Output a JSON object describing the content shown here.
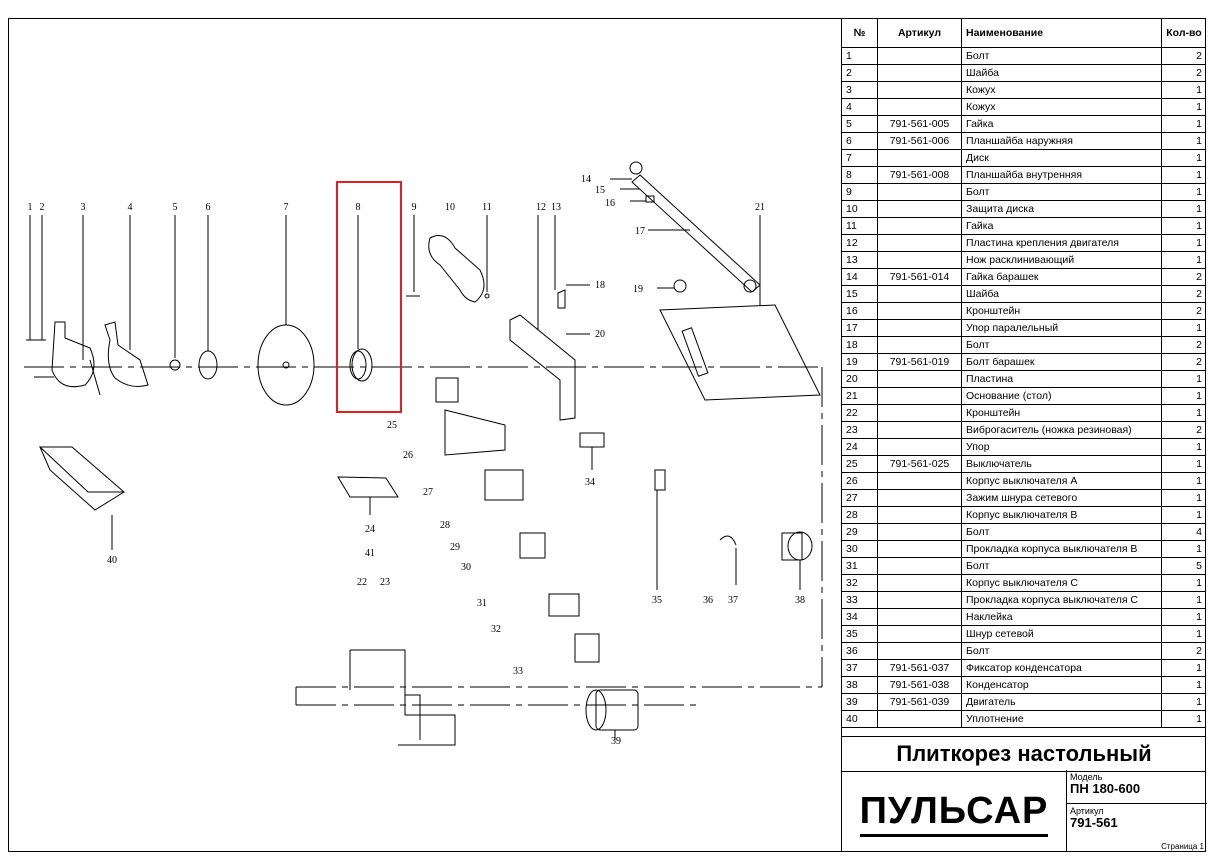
{
  "table": {
    "headers": {
      "num": "№",
      "article": "Артикул",
      "name": "Наименование",
      "qty": "Кол-во"
    },
    "rows": [
      {
        "num": "1",
        "article": "",
        "name": "Болт",
        "qty": "2"
      },
      {
        "num": "2",
        "article": "",
        "name": "Шайба",
        "qty": "2"
      },
      {
        "num": "3",
        "article": "",
        "name": "Кожух",
        "qty": "1"
      },
      {
        "num": "4",
        "article": "",
        "name": "Кожух",
        "qty": "1"
      },
      {
        "num": "5",
        "article": "791-561-005",
        "name": "Гайка",
        "qty": "1"
      },
      {
        "num": "6",
        "article": "791-561-006",
        "name": "Планшайба наружняя",
        "qty": "1"
      },
      {
        "num": "7",
        "article": "",
        "name": "Диск",
        "qty": "1"
      },
      {
        "num": "8",
        "article": "791-561-008",
        "name": "Планшайба внутренняя",
        "qty": "1"
      },
      {
        "num": "9",
        "article": "",
        "name": "Болт",
        "qty": "1"
      },
      {
        "num": "10",
        "article": "",
        "name": "Защита диска",
        "qty": "1"
      },
      {
        "num": "11",
        "article": "",
        "name": "Гайка",
        "qty": "1"
      },
      {
        "num": "12",
        "article": "",
        "name": "Пластина крепления двигателя",
        "qty": "1"
      },
      {
        "num": "13",
        "article": "",
        "name": "Нож расклинивающий",
        "qty": "1"
      },
      {
        "num": "14",
        "article": "791-561-014",
        "name": "Гайка барашек",
        "qty": "2"
      },
      {
        "num": "15",
        "article": "",
        "name": "Шайба",
        "qty": "2"
      },
      {
        "num": "16",
        "article": "",
        "name": "Кронштейн",
        "qty": "2"
      },
      {
        "num": "17",
        "article": "",
        "name": "Упор паралельный",
        "qty": "1"
      },
      {
        "num": "18",
        "article": "",
        "name": "Болт",
        "qty": "2"
      },
      {
        "num": "19",
        "article": "791-561-019",
        "name": "Болт барашек",
        "qty": "2"
      },
      {
        "num": "20",
        "article": "",
        "name": "Пластина",
        "qty": "1"
      },
      {
        "num": "21",
        "article": "",
        "name": "Основание (стол)",
        "qty": "1"
      },
      {
        "num": "22",
        "article": "",
        "name": "Кронштейн",
        "qty": "1"
      },
      {
        "num": "23",
        "article": "",
        "name": "Виброгаситель (ножка резиновая)",
        "qty": "2"
      },
      {
        "num": "24",
        "article": "",
        "name": "Упор",
        "qty": "1"
      },
      {
        "num": "25",
        "article": "791-561-025",
        "name": "Выключатель",
        "qty": "1"
      },
      {
        "num": "26",
        "article": "",
        "name": "Корпус выключателя А",
        "qty": "1"
      },
      {
        "num": "27",
        "article": "",
        "name": "Зажим шнура сетевого",
        "qty": "1"
      },
      {
        "num": "28",
        "article": "",
        "name": "Корпус выключателя В",
        "qty": "1"
      },
      {
        "num": "29",
        "article": "",
        "name": "Болт",
        "qty": "4"
      },
      {
        "num": "30",
        "article": "",
        "name": "Прокладка корпуса выключателя В",
        "qty": "1"
      },
      {
        "num": "31",
        "article": "",
        "name": "Болт",
        "qty": "5"
      },
      {
        "num": "32",
        "article": "",
        "name": "Корпус выключателя С",
        "qty": "1"
      },
      {
        "num": "33",
        "article": "",
        "name": "Прокладка корпуса выключателя С",
        "qty": "1"
      },
      {
        "num": "34",
        "article": "",
        "name": "Наклейка",
        "qty": "1"
      },
      {
        "num": "35",
        "article": "",
        "name": "Шнур сетевой",
        "qty": "1"
      },
      {
        "num": "36",
        "article": "",
        "name": "Болт",
        "qty": "2"
      },
      {
        "num": "37",
        "article": "791-561-037",
        "name": "Фиксатор конденсатора",
        "qty": "1"
      },
      {
        "num": "38",
        "article": "791-561-038",
        "name": "Конденсатор",
        "qty": "1"
      },
      {
        "num": "39",
        "article": "791-561-039",
        "name": "Двигатель",
        "qty": "1"
      },
      {
        "num": "40",
        "article": "",
        "name": "Уплотнение",
        "qty": "1"
      }
    ]
  },
  "title": "Плиткорез настольный",
  "logo_text": "ПУЛЬСАР",
  "model_label": "Модель",
  "model_value": "ПН 180-600",
  "article_label": "Артикул",
  "article_value": "791-561",
  "page_note": "Страница 1",
  "highlight_color": "#e02020",
  "diagram_labels": [
    "1",
    "2",
    "3",
    "4",
    "5",
    "6",
    "7",
    "8",
    "9",
    "10",
    "11",
    "12",
    "13",
    "14",
    "15",
    "16",
    "17",
    "18",
    "19",
    "20",
    "21",
    "22",
    "23",
    "24",
    "25",
    "26",
    "27",
    "28",
    "29",
    "30",
    "31",
    "32",
    "33",
    "34",
    "35",
    "36",
    "37",
    "38",
    "39",
    "40",
    "41"
  ]
}
